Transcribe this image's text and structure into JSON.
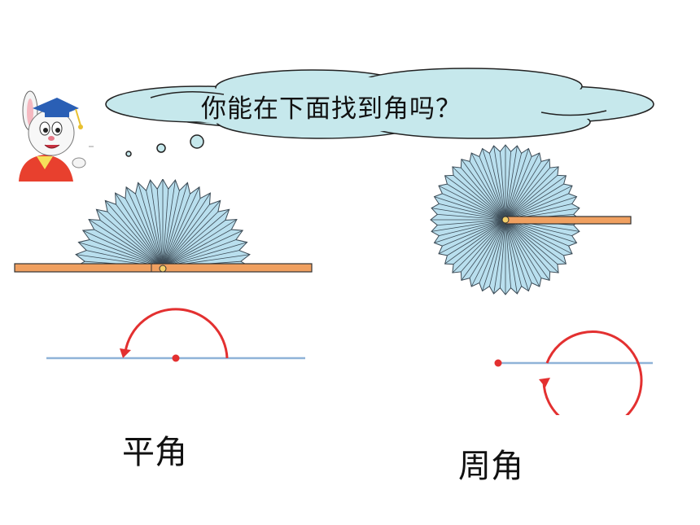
{
  "speech_bubble": {
    "text": "你能在下面找到角吗？"
  },
  "labels": {
    "straight_angle": "平角",
    "full_angle": "周角"
  },
  "colors": {
    "fan_fill": "#b9dfee",
    "fan_stroke": "#3b4a55",
    "stick": "#f0a060",
    "arc": "#e33030",
    "ray": "#8fb3d8",
    "bubble": "#c6e8ec"
  },
  "icons": {
    "mascot": "rabbit-graduate-icon"
  }
}
